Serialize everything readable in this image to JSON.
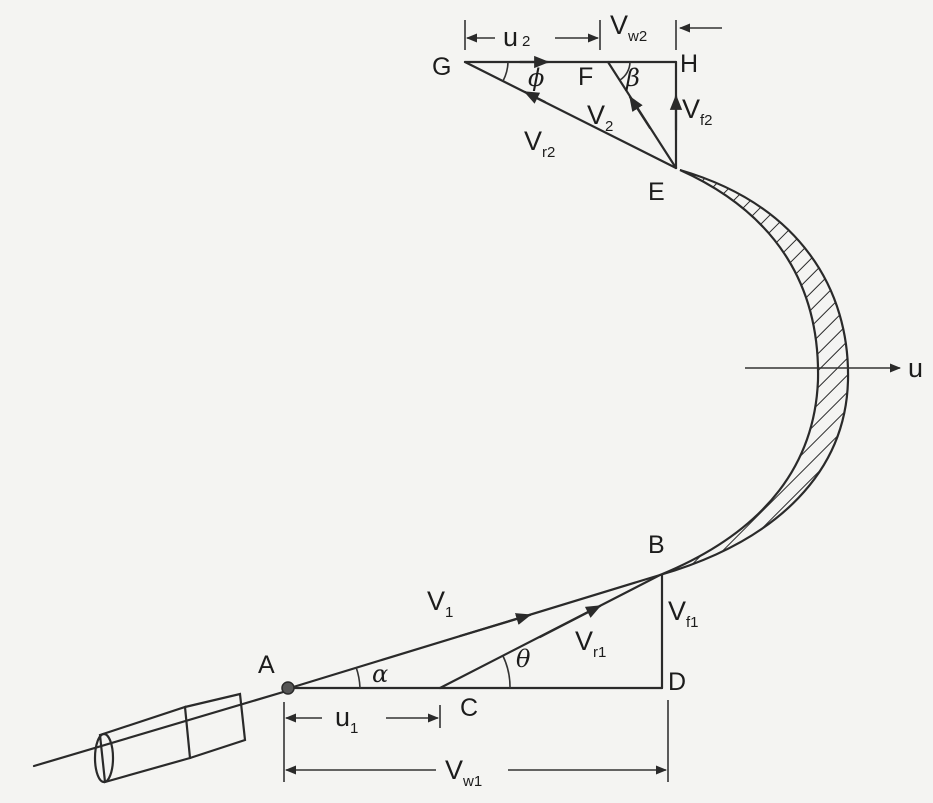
{
  "points": {
    "A": "A",
    "B": "B",
    "C": "C",
    "D": "D",
    "E": "E",
    "F": "F",
    "G": "G",
    "H": "H"
  },
  "angles": {
    "alpha": "α",
    "theta": "θ",
    "phi": "ϕ",
    "beta": "β"
  },
  "vectors": {
    "V1": {
      "base": "V",
      "sub": "1"
    },
    "Vr1": {
      "base": "V",
      "sub": "r1"
    },
    "Vf1": {
      "base": "V",
      "sub": "f1"
    },
    "V2": {
      "base": "V",
      "sub": "2"
    },
    "Vr2": {
      "base": "V",
      "sub": "r2"
    },
    "Vf2": {
      "base": "V",
      "sub": "f2"
    },
    "Vw1": {
      "base": "V",
      "sub": "w1"
    },
    "Vw2": {
      "base": "V",
      "sub": "w2"
    },
    "u1": {
      "base": "u",
      "sub": "1"
    },
    "u2": {
      "base": "u",
      "sub": "2"
    }
  },
  "blade_velocity": "u",
  "colors": {
    "line": "#2a2a2a",
    "background": "#f4f4f2"
  }
}
